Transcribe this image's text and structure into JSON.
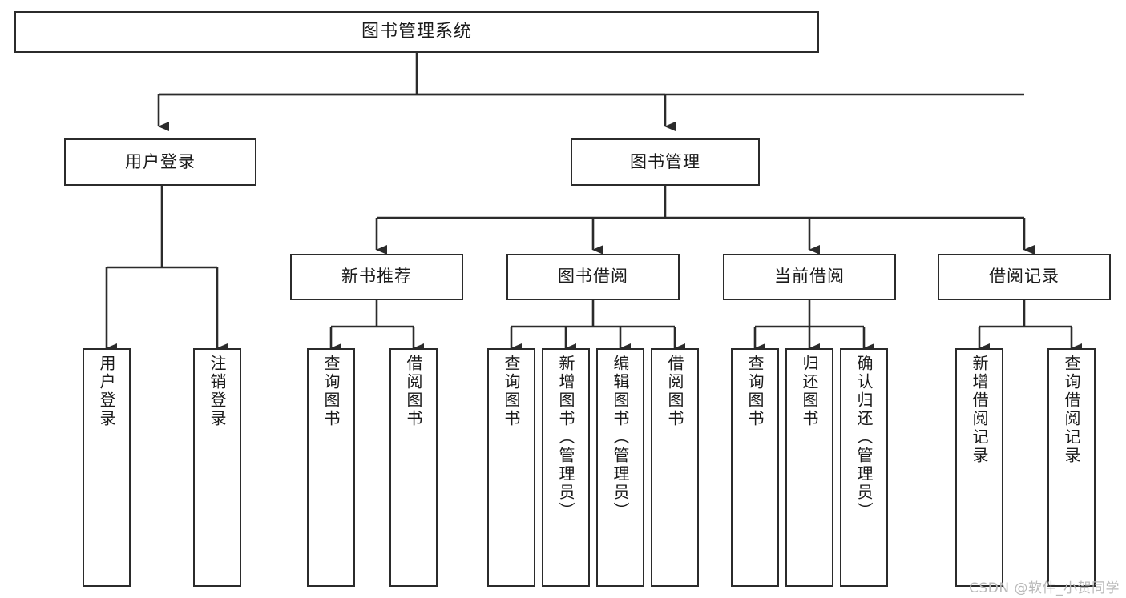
{
  "diagram": {
    "type": "tree-hierarchy",
    "title": "图书管理系统",
    "root": {
      "label": "图书管理系统"
    },
    "level2": [
      {
        "label": "用户登录"
      },
      {
        "label": "图书管理"
      }
    ],
    "level3": [
      {
        "label": "新书推荐"
      },
      {
        "label": "图书借阅"
      },
      {
        "label": "当前借阅"
      },
      {
        "label": "借阅记录"
      }
    ],
    "leaves": {
      "user_login": [
        {
          "label": "用户登录"
        },
        {
          "label": "注销登录"
        }
      ],
      "new_book_recommend": [
        {
          "label": "查询图书"
        },
        {
          "label": "借阅图书"
        }
      ],
      "book_borrow": [
        {
          "label": "查询图书"
        },
        {
          "label": "新增图书（管理员）"
        },
        {
          "label": "编辑图书（管理员）"
        },
        {
          "label": "借阅图书"
        }
      ],
      "current_borrow": [
        {
          "label": "查询图书"
        },
        {
          "label": "归还图书"
        },
        {
          "label": "确认归还（管理员）"
        }
      ],
      "borrow_record": [
        {
          "label": "新增借阅记录"
        },
        {
          "label": "查询借阅记录"
        }
      ]
    }
  },
  "watermark": {
    "text": "CSDN @软件_小贺同学"
  },
  "colors": {
    "box_border": "#2b2b2b",
    "box_fill": "#ffffff",
    "text": "#1a1a1a",
    "connector": "#2b2b2b",
    "watermark": "#b9b9b9"
  }
}
